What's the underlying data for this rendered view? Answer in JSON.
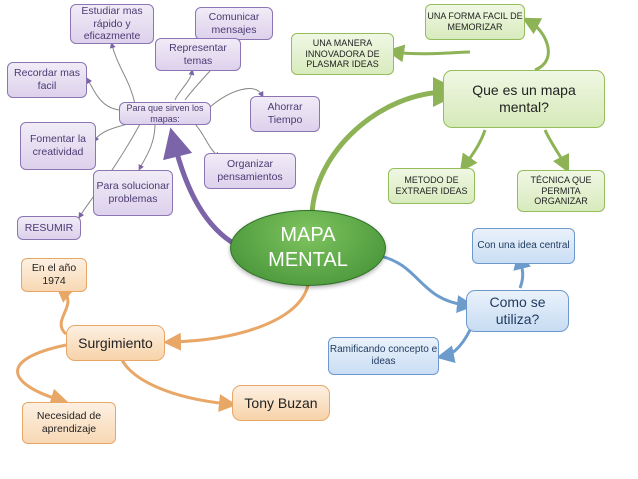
{
  "center": "MAPA MENTAL",
  "purple": {
    "hub": "Para que sirven los mapas:",
    "estudiar": "Estudiar mas rápido y eficazmente",
    "comunicar": "Comunicar mensajes",
    "representar": "Representar temas",
    "recordar": "Recordar mas facil",
    "ahorrar": "Ahorrar Tiempo",
    "fomentar": "Fomentar la creatividad",
    "organizar": "Organizar pensamientos",
    "solucionar": "Para solucionar problemas",
    "resumir": "RESUMIR"
  },
  "green": {
    "hub": "Que es un mapa mental?",
    "forma": "UNA FORMA FACIL DE MEMORIZAR",
    "manera": "UNA MANERA INNOVADORA DE PLASMAR IDEAS",
    "metodo": "METODO DE EXTRAER IDEAS",
    "tecnica": "TÉCNICA QUE PERMITA ORGANIZAR"
  },
  "blue": {
    "hub": "Como se utiliza?",
    "idea": "Con una idea central",
    "ramificando": "Ramificando concepto e ideas"
  },
  "orange": {
    "hub": "Surgimiento",
    "anio": "En el año 1974",
    "necesidad": "Necesidad de aprendizaje",
    "tony": "Tony Buzan"
  },
  "colors": {
    "purple_branch": "#7b64a7",
    "green_branch": "#8db356",
    "blue_branch": "#6c9bcc",
    "orange_branch": "#e8a766",
    "center_fill": "#4f9c3c"
  }
}
